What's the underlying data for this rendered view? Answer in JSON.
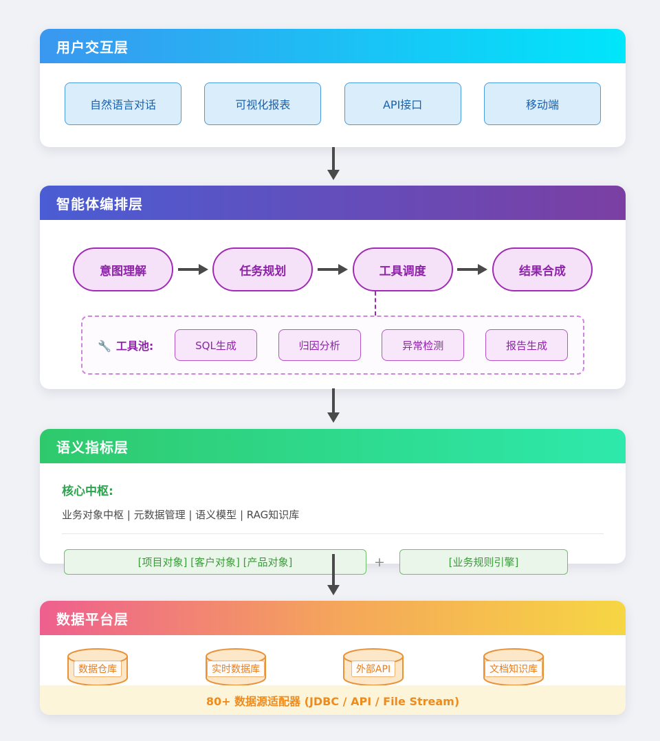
{
  "page": {
    "background": "#f1f2f6"
  },
  "layers": {
    "user": {
      "title": "用户交互层",
      "gradient": [
        "#3a97ef",
        "#00e6fb"
      ],
      "accent": "#1c60aa",
      "items": [
        "自然语言对话",
        "可视化报表",
        "API接口",
        "移动端"
      ]
    },
    "agent": {
      "title": "智能体编排层",
      "gradient": [
        "#4a5dd4",
        "#7b3fa3"
      ],
      "accent": "#8d24a8",
      "pipeline": [
        "意图理解",
        "任务规划",
        "工具调度",
        "结果合成"
      ],
      "tool_pool": {
        "icon": "wrench-icon",
        "icon_glyph": "🔧",
        "label": "工具池:",
        "tools": [
          "SQL生成",
          "归因分析",
          "异常检测",
          "报告生成"
        ]
      }
    },
    "semantic": {
      "title": "语义指标层",
      "gradient": [
        "#2fc96c",
        "#2ee9ac"
      ],
      "accent": "#2da24f",
      "core_label": "核心中枢:",
      "core_items": "业务对象中枢 | 元数据管理 | 语义模型 | RAG知识库",
      "objects_box": "[项目对象] [客户对象] [产品对象]",
      "plus": "+",
      "rules_box": "[业务规则引擎]"
    },
    "data": {
      "title": "数据平台层",
      "gradient": [
        "#ee5f8e",
        "#f5a75a",
        "#f6d643"
      ],
      "accent": "#e87c1a",
      "sources": [
        "数据仓库",
        "实时数据库",
        "外部API",
        "文档知识库"
      ],
      "adapter_bar": "80+ 数据源适配器 (JDBC / API / File Stream)"
    }
  }
}
